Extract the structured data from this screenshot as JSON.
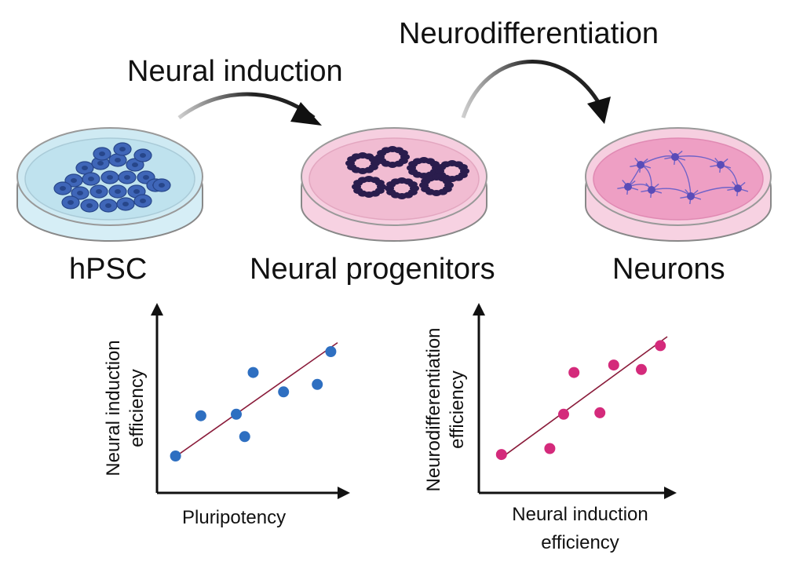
{
  "steps": {
    "induction": "Neural induction",
    "differentiation": "Neurodifferentiation"
  },
  "stages": {
    "hpsc": "hPSC",
    "progenitors": "Neural progenitors",
    "neurons": "Neurons"
  },
  "colors": {
    "blue_dish": "#d6eef6",
    "pink_dish": "#f7cfe0",
    "cell_blue": "#3f66b8",
    "progenitor": "#2a1d4d",
    "neuron": "#7a6ad0",
    "point_blue": "#2e6fc1",
    "point_pink": "#d42a7b",
    "fit_line": "#8a1b3a"
  },
  "chart_data": [
    {
      "type": "scatter",
      "xlabel": "Pluripotency",
      "ylabel": [
        "Neural induction",
        "efficiency"
      ],
      "xlim": [
        0,
        10
      ],
      "ylim": [
        0,
        10
      ],
      "points": [
        [
          0.4,
          1.0
        ],
        [
          1.9,
          3.7
        ],
        [
          4.0,
          3.8
        ],
        [
          4.5,
          2.3
        ],
        [
          5.0,
          6.6
        ],
        [
          6.8,
          5.3
        ],
        [
          8.8,
          5.8
        ],
        [
          9.6,
          8.0
        ]
      ],
      "fit": [
        [
          0.2,
          0.8
        ],
        [
          10,
          8.6
        ]
      ]
    },
    {
      "type": "scatter",
      "xlabel": [
        "Neural induction",
        "efficiency"
      ],
      "ylabel": [
        "Neurodifferentiation",
        "efficiency"
      ],
      "xlim": [
        0,
        10
      ],
      "ylim": [
        0,
        10
      ],
      "points": [
        [
          0.4,
          1.1
        ],
        [
          3.2,
          1.5
        ],
        [
          4.0,
          3.8
        ],
        [
          4.6,
          6.6
        ],
        [
          6.1,
          3.9
        ],
        [
          6.9,
          7.1
        ],
        [
          8.5,
          6.8
        ],
        [
          9.6,
          8.4
        ]
      ],
      "fit": [
        [
          0.3,
          0.8
        ],
        [
          10,
          9.0
        ]
      ]
    }
  ]
}
